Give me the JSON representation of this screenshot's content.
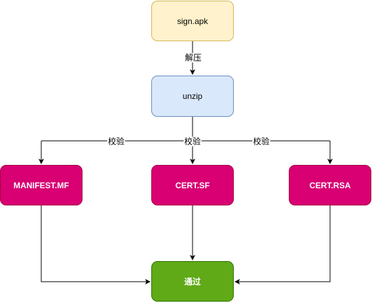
{
  "nodes": {
    "sign_apk": "sign.apk",
    "unzip": "unzip",
    "manifest": "MANIFEST.MF",
    "cert_sf": "CERT.SF",
    "cert_rsa": "CERT.RSA",
    "pass": "通过"
  },
  "edge_labels": {
    "decompress": "解压",
    "verify_left": "校验",
    "verify_middle": "校验",
    "verify_right": "校验"
  },
  "colors": {
    "sign_fill": "#fff2cc",
    "unzip_fill": "#dae8fc",
    "cert_fill": "#d80073",
    "pass_fill": "#60a917"
  }
}
